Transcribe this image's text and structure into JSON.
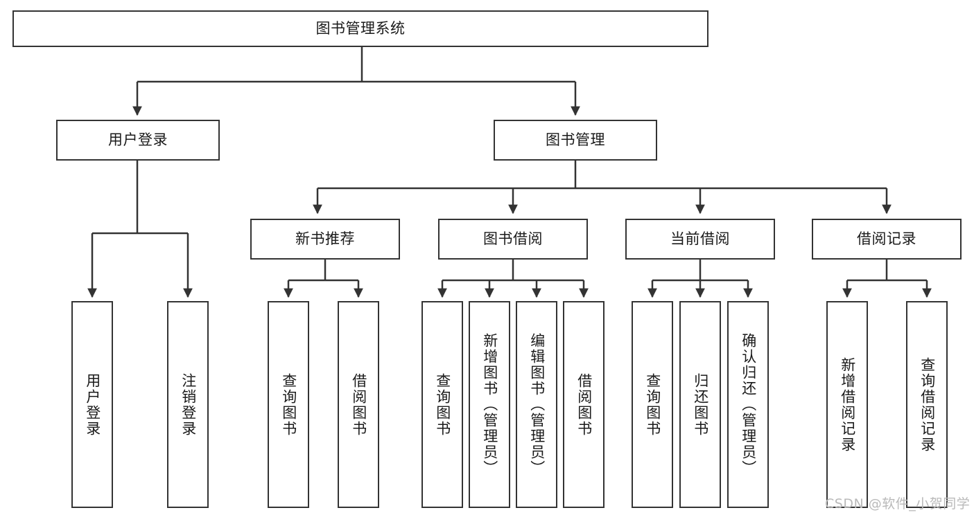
{
  "diagram": {
    "title": "图书管理系统",
    "type": "tree-hierarchy-diagram",
    "watermark": "CSDN @软件_小贺同学",
    "colors": {
      "stroke": "#333333",
      "fill": "#ffffff",
      "text": "#1a1a1a",
      "watermark": "#b9b9b9"
    },
    "nodes": {
      "root": {
        "label": "图书管理系统"
      },
      "level2": [
        {
          "id": "user-login",
          "label": "用户登录"
        },
        {
          "id": "book-management",
          "label": "图书管理"
        }
      ],
      "level3": [
        {
          "id": "new-book-recommend",
          "label": "新书推荐"
        },
        {
          "id": "book-borrow",
          "label": "图书借阅"
        },
        {
          "id": "current-borrow",
          "label": "当前借阅"
        },
        {
          "id": "borrow-record",
          "label": "借阅记录"
        }
      ],
      "leaves": {
        "user-login": [
          {
            "id": "leaf-user-login",
            "label": "用户登录"
          },
          {
            "id": "leaf-user-logout",
            "label": "注销登录"
          }
        ],
        "new-book-recommend": [
          {
            "id": "leaf-query-book-1",
            "label": "查询图书"
          },
          {
            "id": "leaf-borrow-book-1",
            "label": "借阅图书"
          }
        ],
        "book-borrow": [
          {
            "id": "leaf-query-book-2",
            "label": "查询图书"
          },
          {
            "id": "leaf-add-book",
            "label": "新增图书（管理员）"
          },
          {
            "id": "leaf-edit-book",
            "label": "编辑图书（管理员）"
          },
          {
            "id": "leaf-borrow-book-2",
            "label": "借阅图书"
          }
        ],
        "current-borrow": [
          {
            "id": "leaf-query-book-3",
            "label": "查询图书"
          },
          {
            "id": "leaf-return-book",
            "label": "归还图书"
          },
          {
            "id": "leaf-confirm-return",
            "label": "确认归还（管理员）"
          }
        ],
        "borrow-record": [
          {
            "id": "leaf-add-record",
            "label": "新增借阅记录"
          },
          {
            "id": "leaf-query-record",
            "label": "查询借阅记录"
          }
        ]
      }
    }
  }
}
